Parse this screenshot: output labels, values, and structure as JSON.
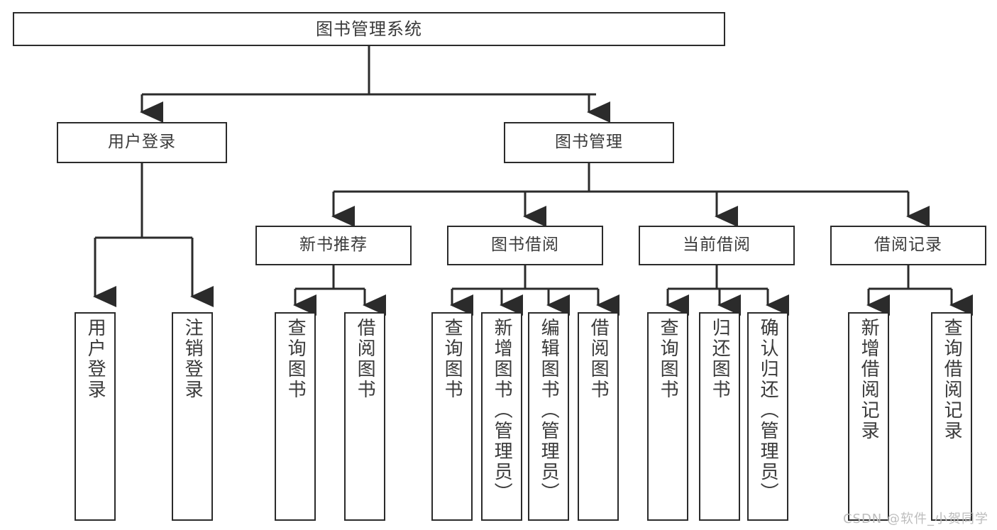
{
  "diagram": {
    "title": "图书管理系统",
    "type": "tree",
    "orientation": "top-down",
    "colors": {
      "line": "#2b2b2b",
      "box_border": "#2b2b2b",
      "box_fill": "#ffffff",
      "text": "#3a3a3a",
      "background": "#ffffff",
      "watermark": "#bdbdbd"
    },
    "root": {
      "label": "图书管理系统"
    },
    "level1": [
      {
        "id": "user-login",
        "label": "用户登录"
      },
      {
        "id": "book-manage",
        "label": "图书管理"
      }
    ],
    "level2": [
      {
        "id": "new-book-recommend",
        "label": "新书推荐",
        "parent": "book-manage"
      },
      {
        "id": "book-borrow",
        "label": "图书借阅",
        "parent": "book-manage"
      },
      {
        "id": "current-borrow",
        "label": "当前借阅",
        "parent": "book-manage"
      },
      {
        "id": "borrow-record",
        "label": "借阅记录",
        "parent": "book-manage"
      }
    ],
    "leaves": [
      {
        "id": "leaf-user-login",
        "label": "用户登录",
        "parent": "user-login"
      },
      {
        "id": "leaf-user-logout",
        "label": "注销登录",
        "parent": "user-login"
      },
      {
        "id": "leaf-query-book-1",
        "label": "查询图书",
        "parent": "new-book-recommend"
      },
      {
        "id": "leaf-borrow-book-1",
        "label": "借阅图书",
        "parent": "new-book-recommend"
      },
      {
        "id": "leaf-query-book-2",
        "label": "查询图书",
        "parent": "book-borrow"
      },
      {
        "id": "leaf-add-book",
        "label": "新增图书（管理员）",
        "parent": "book-borrow"
      },
      {
        "id": "leaf-edit-book",
        "label": "编辑图书（管理员）",
        "parent": "book-borrow"
      },
      {
        "id": "leaf-borrow-book-2",
        "label": "借阅图书",
        "parent": "book-borrow"
      },
      {
        "id": "leaf-query-book-3",
        "label": "查询图书",
        "parent": "current-borrow"
      },
      {
        "id": "leaf-return-book",
        "label": "归还图书",
        "parent": "current-borrow"
      },
      {
        "id": "leaf-confirm-return",
        "label": "确认归还（管理员）",
        "parent": "current-borrow"
      },
      {
        "id": "leaf-add-record",
        "label": "新增借阅记录",
        "parent": "borrow-record"
      },
      {
        "id": "leaf-query-record",
        "label": "查询借阅记录",
        "parent": "borrow-record"
      }
    ],
    "watermark": "CSDN @软件_小贺同学"
  }
}
